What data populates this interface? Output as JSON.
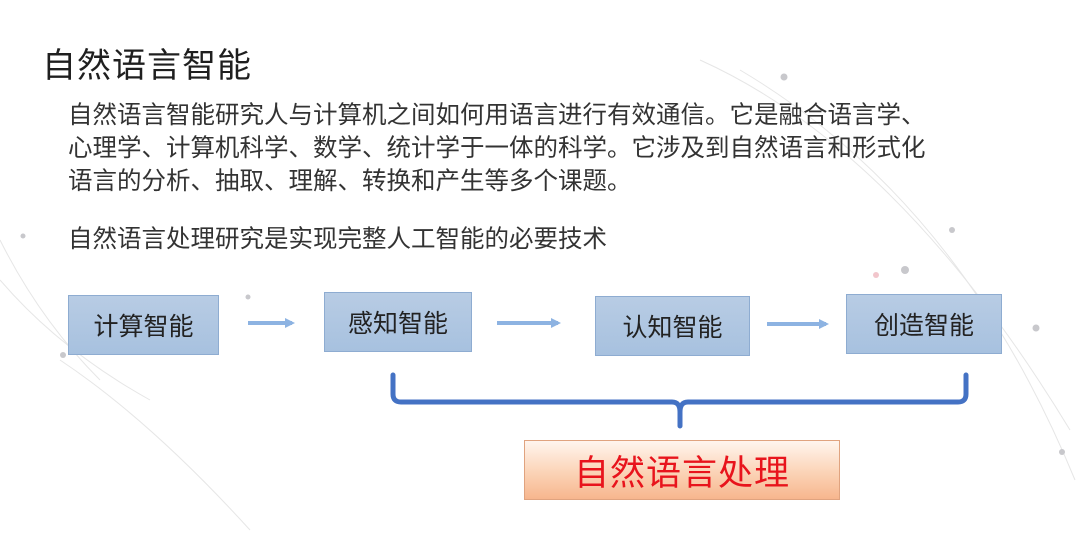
{
  "title": "自然语言智能",
  "paragraph": {
    "line1": "自然语言智能研究人与计算机之间如何用语言进行有效通信。它是融合语言学、",
    "line2": "心理学、计算机科学、数学、统计学于一体的科学。它涉及到自然语言和形式化",
    "line3": "语言的分析、抽取、理解、转换和产生等多个课题。"
  },
  "statement": "自然语言处理研究是实现完整人工智能的必要技术",
  "flow": {
    "steps": [
      "计算智能",
      "感知智能",
      "认知智能",
      "创造智能"
    ],
    "result": "自然语言处理"
  },
  "colors": {
    "box_fill": "#b8cce4",
    "arrow": "#8db3e2",
    "brace": "#4472c4",
    "result_text": "#e8141c"
  },
  "icons": {
    "arrow": "right-arrow-icon",
    "brace": "curly-brace-icon"
  }
}
